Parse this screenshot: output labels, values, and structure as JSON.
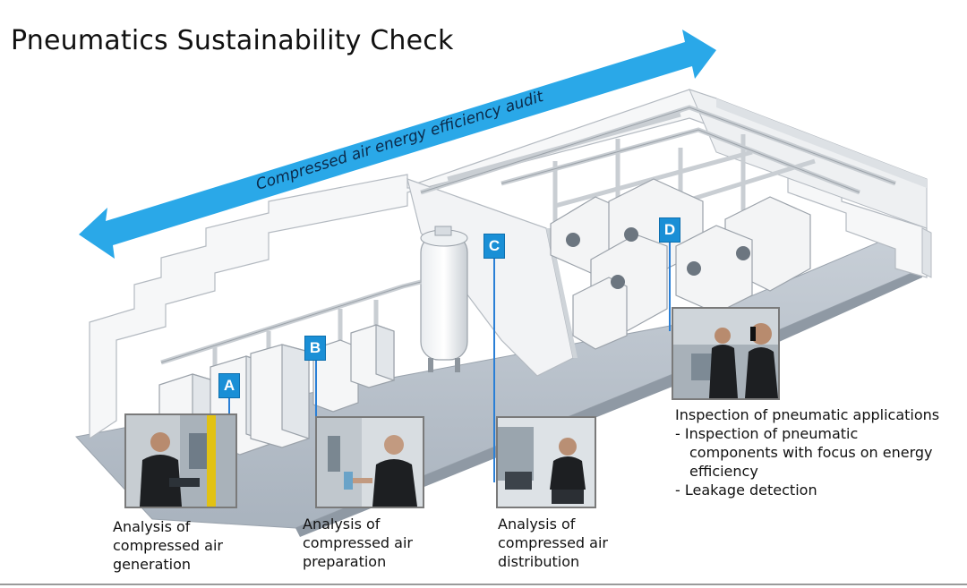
{
  "title": "Pneumatics Sustainability Check",
  "arrow_label": "Compressed air energy efficiency audit",
  "colors": {
    "arrow": "#2aa8e8",
    "marker": "#1a8fd6",
    "floor": "#b9c2cc",
    "wall": "#f4f5f6"
  },
  "markers": [
    {
      "id": "A",
      "label": "A"
    },
    {
      "id": "B",
      "label": "B"
    },
    {
      "id": "C",
      "label": "C"
    },
    {
      "id": "D",
      "label": "D"
    }
  ],
  "captions": {
    "a": [
      "Analysis of",
      "compressed air",
      "generation"
    ],
    "b": [
      "Analysis of",
      "compressed air",
      "preparation"
    ],
    "c": [
      "Analysis of",
      "compressed air",
      "distribution"
    ],
    "d": {
      "heading": "Inspection of pneumatic applications",
      "bullets": [
        "- Inspection of pneumatic",
        "  components with focus on energy",
        "  efficiency",
        "- Leakage detection"
      ]
    }
  }
}
